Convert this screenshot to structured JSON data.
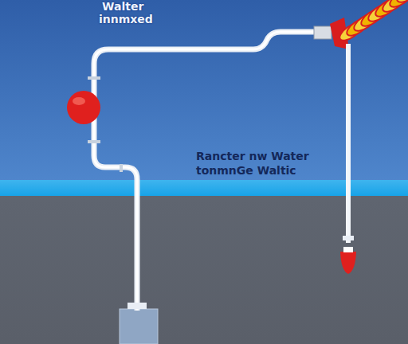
{
  "diagram": {
    "labels": [
      "Walter",
      "innmxed",
      "Rancter nw Water",
      "tonmnGe Waltic"
    ]
  }
}
